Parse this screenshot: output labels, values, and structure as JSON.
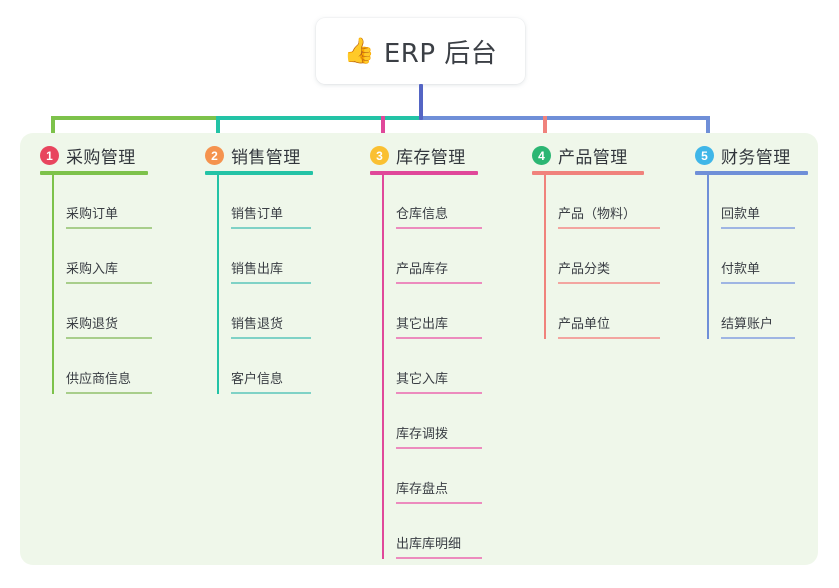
{
  "root": {
    "icon": "thumbs-up-icon",
    "emoji": "👍",
    "title": "ERP 后台"
  },
  "panel": {
    "background": "#EFF7EA"
  },
  "connector": {
    "stem_color": "#5465C4",
    "segments": [
      {
        "color": "#7DC24B"
      },
      {
        "color": "#23C3A6"
      },
      {
        "color": "#5465C4"
      },
      {
        "color": "#6F8FD8"
      }
    ]
  },
  "branches": [
    {
      "number": "1",
      "title": "采购管理",
      "badge_color": "#E8455E",
      "line_color": "#7DC24B",
      "leaf_color": "#A8CE8B",
      "items": [
        {
          "label": "采购订单"
        },
        {
          "label": "采购入库"
        },
        {
          "label": "采购退货"
        },
        {
          "label": "供应商信息"
        }
      ]
    },
    {
      "number": "2",
      "title": "销售管理",
      "badge_color": "#F5934E",
      "line_color": "#23C3A6",
      "leaf_color": "#7FD2C6",
      "items": [
        {
          "label": "销售订单"
        },
        {
          "label": "销售出库"
        },
        {
          "label": "销售退货"
        },
        {
          "label": "客户信息"
        }
      ]
    },
    {
      "number": "3",
      "title": "库存管理",
      "badge_color": "#FAC032",
      "line_color": "#E0489A",
      "leaf_color": "#EC8BBE",
      "items": [
        {
          "label": "仓库信息"
        },
        {
          "label": "产品库存"
        },
        {
          "label": "其它出库"
        },
        {
          "label": "其它入库"
        },
        {
          "label": "库存调拨"
        },
        {
          "label": "库存盘点"
        },
        {
          "label": "出库库明细"
        }
      ]
    },
    {
      "number": "4",
      "title": "产品管理",
      "badge_color": "#2BB673",
      "line_color": "#F0827C",
      "leaf_color": "#F3A5A0",
      "items": [
        {
          "label": "产品（物料）"
        },
        {
          "label": "产品分类"
        },
        {
          "label": "产品单位"
        }
      ]
    },
    {
      "number": "5",
      "title": "财务管理",
      "badge_color": "#3FB6E8",
      "line_color": "#6F8FD8",
      "leaf_color": "#9FB5E3",
      "items": [
        {
          "label": "回款单"
        },
        {
          "label": "付款单"
        },
        {
          "label": "结算账户"
        }
      ]
    }
  ]
}
